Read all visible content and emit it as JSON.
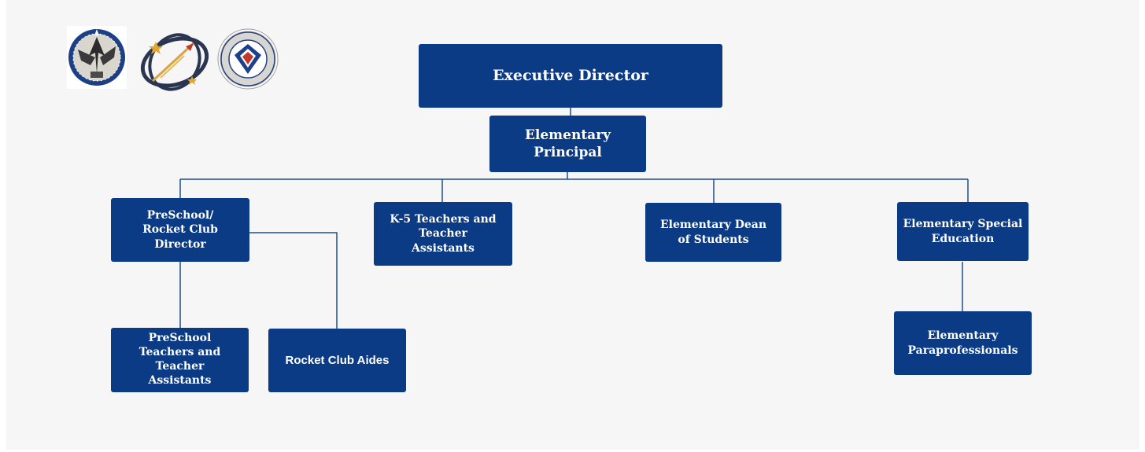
{
  "logos": [
    {
      "name": "eagle-seal-logo"
    },
    {
      "name": "rocket-orbit-logo"
    },
    {
      "name": "civil-air-patrol-logo"
    }
  ],
  "chart": {
    "executive_director": "Executive Director",
    "elementary_principal": "Elementary\nPrincipal",
    "preschool_director": "PreSchool/\nRocket Club\nDirector",
    "k5_teachers": "K-5 Teachers and\nTeacher\nAssistants",
    "dean_of_students": "Elementary Dean\nof Students",
    "special_education": "Elementary Special\nEducation",
    "preschool_teachers": "PreSchool\nTeachers and\nTeacher\nAssistants",
    "rocket_club_aides": "Rocket Club Aides",
    "paraprofessionals": "Elementary\nParaprofessionals"
  },
  "colors": {
    "box_fill": "#0b3b84",
    "connector": "#1f4f8f",
    "background": "#f6f6f6"
  }
}
